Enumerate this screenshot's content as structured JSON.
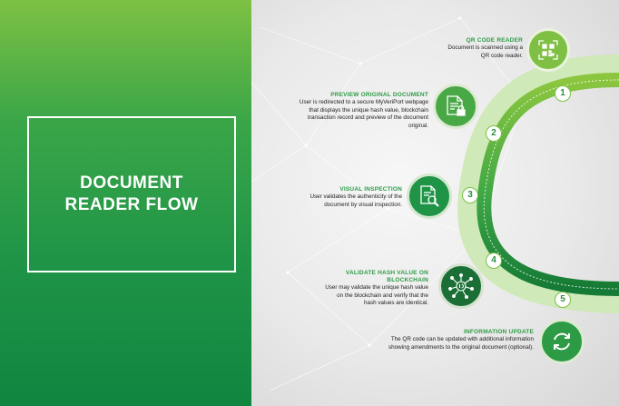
{
  "left_panel": {
    "title_line1": "DOCUMENT",
    "title_line2": "READER FLOW"
  },
  "steps": [
    {
      "number": "1",
      "title": "QR CODE READER",
      "desc_lines": [
        "Document is scanned using a",
        "QR code reader."
      ],
      "icon": "qr-code-icon"
    },
    {
      "number": "2",
      "title": "PREVIEW ORIGINAL DOCUMENT",
      "desc_lines": [
        "User is redirected to a secure MyVeriPort webpage",
        "that displays the unique hash value, blockchain",
        "transaction record and preview of the document",
        "original."
      ],
      "icon": "secure-document-icon"
    },
    {
      "number": "3",
      "title": "VISUAL INSPECTION",
      "desc_lines": [
        "User validates the authenticity of the",
        "document by visual inspection."
      ],
      "icon": "document-search-icon"
    },
    {
      "number": "4",
      "title_lines": [
        "VALIDATE HASH VALUE ON",
        "BLOCKCHAIN"
      ],
      "desc_lines": [
        "User may validate the unique hash value",
        "on the blockchain and verify that the",
        "hash values are identical."
      ],
      "icon": "blockchain-network-icon"
    },
    {
      "number": "5",
      "title": "INFORMATION UPDATE",
      "desc_lines": [
        "The QR code can be updated with additional information",
        "showing amendments to the original document (optional)."
      ],
      "icon": "refresh-icon"
    }
  ],
  "colors": {
    "accent_green": "#2d9b45",
    "light_green": "#7bc244",
    "dark_green": "#1a7a36"
  }
}
